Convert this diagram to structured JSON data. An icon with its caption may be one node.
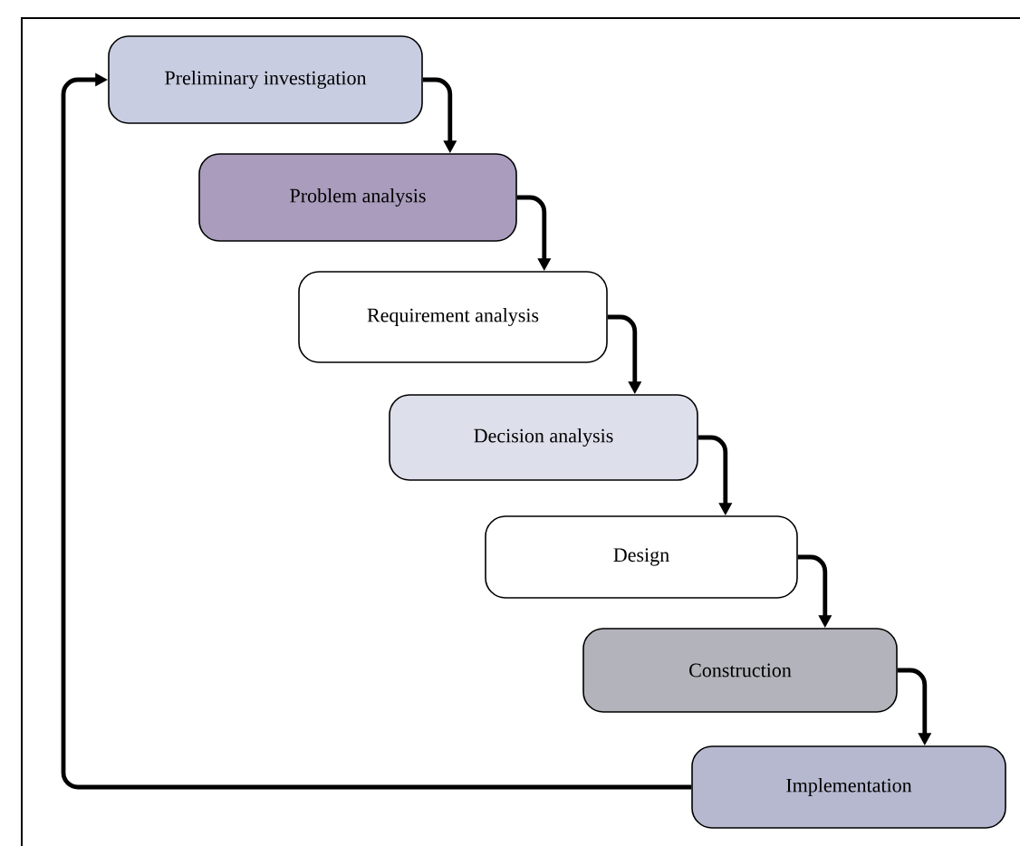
{
  "diagram": {
    "nodes": [
      {
        "text": [
          "Preliminary investigation"
        ]
      },
      {
        "text": [
          "Problem analysis"
        ]
      },
      {
        "text": [
          "Requirement analysis"
        ]
      },
      {
        "text": [
          "Decision analysis"
        ]
      },
      {
        "text": [
          "Design"
        ]
      },
      {
        "text": [
          "Construction"
        ]
      },
      {
        "text": [
          "Implementation"
        ]
      }
    ],
    "edges": [
      {
        "from": 0,
        "to": 1,
        "arrow": "to"
      },
      {
        "from": 1,
        "to": 2,
        "arrow": "to"
      },
      {
        "from": 2,
        "to": 3,
        "arrow": "to"
      },
      {
        "from": 3,
        "to": 4,
        "arrow": "to"
      },
      {
        "from": 4,
        "to": 5,
        "arrow": "to"
      },
      {
        "from": 5,
        "to": 6,
        "arrow": "to"
      },
      {
        "from": 6,
        "to": 0,
        "arrow": "to"
      }
    ]
  }
}
